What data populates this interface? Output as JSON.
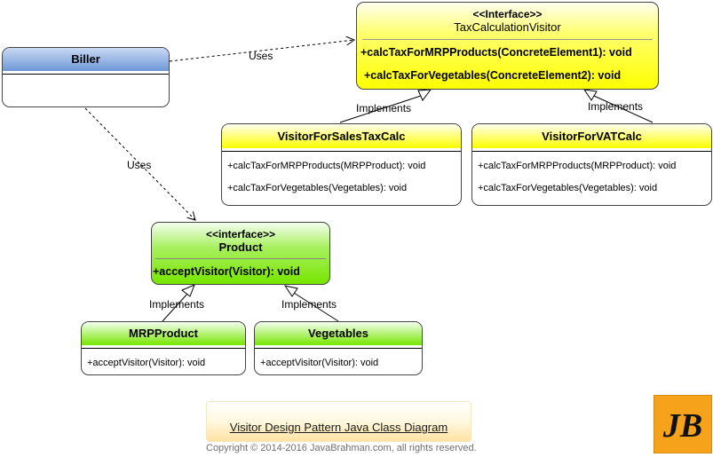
{
  "biller": {
    "name": "Biller"
  },
  "tax_visitor": {
    "stereotype": "<<Interface>>",
    "name": "TaxCalculationVisitor",
    "ops": [
      "+calcTaxForMRPProducts(ConcreteElement1): void",
      "+calcTaxForVegetables(ConcreteElement2): void"
    ]
  },
  "sales_visitor": {
    "name": "VisitorForSalesTaxCalc",
    "ops": [
      "+calcTaxForMRPProducts(MRPProduct): void",
      "+calcTaxForVegetables(Vegetables): void"
    ]
  },
  "vat_visitor": {
    "name": "VisitorForVATCalc",
    "ops": [
      "+calcTaxForMRPProducts(MRPProduct): void",
      "+calcTaxForVegetables(Vegetables): void"
    ]
  },
  "product": {
    "stereotype": "<<interface>>",
    "name": "Product",
    "ops": [
      "+acceptVisitor(Visitor): void"
    ]
  },
  "mrp_product": {
    "name": "MRPProduct",
    "ops": [
      "+acceptVisitor(Visitor): void"
    ]
  },
  "vegetables": {
    "name": "Vegetables",
    "ops": [
      "+acceptVisitor(Visitor): void"
    ]
  },
  "relations": {
    "uses_label": "Uses",
    "implements_label": "Implements"
  },
  "footer": {
    "title": "Visitor Design Pattern Java Class Diagram",
    "copyright": "Copyright © 2014-2016 JavaBrahman.com, all rights reserved."
  },
  "logo": {
    "text": "JB"
  },
  "colors": {
    "yellow": "#ffff00",
    "green": "#77e600",
    "blue": "#6e98d8"
  }
}
